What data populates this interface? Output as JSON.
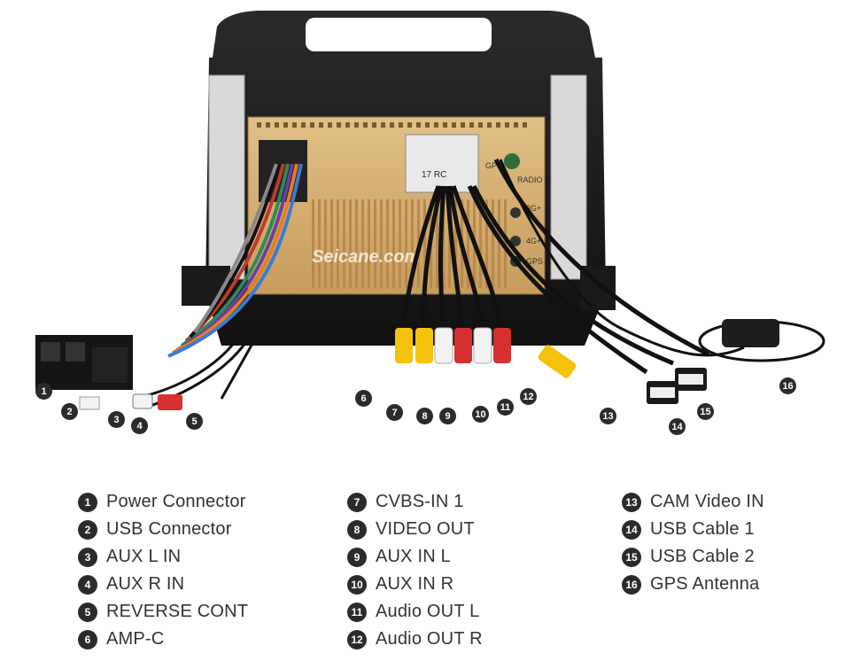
{
  "photo": {
    "watermark": "Seicane.com",
    "port_labels": [
      "GPS",
      "RADIO",
      "3G+",
      "4G+",
      "GPS"
    ],
    "tag_text": "17 RC"
  },
  "callouts": [
    "1",
    "2",
    "3",
    "4",
    "5",
    "6",
    "7",
    "8",
    "9",
    "10",
    "11",
    "12",
    "13",
    "14",
    "15",
    "16"
  ],
  "legend": {
    "columns": [
      [
        {
          "num": "1",
          "label": "Power Connector"
        },
        {
          "num": "2",
          "label": "USB Connector"
        },
        {
          "num": "3",
          "label": "AUX L IN"
        },
        {
          "num": "4",
          "label": "AUX R IN"
        },
        {
          "num": "5",
          "label": "REVERSE CONT"
        },
        {
          "num": "6",
          "label": "AMP-C"
        }
      ],
      [
        {
          "num": "7",
          "label": "CVBS-IN 1"
        },
        {
          "num": "8",
          "label": "VIDEO OUT"
        },
        {
          "num": "9",
          "label": "AUX IN L"
        },
        {
          "num": "10",
          "label": "AUX IN R"
        },
        {
          "num": "11",
          "label": "Audio OUT L"
        },
        {
          "num": "12",
          "label": "Audio OUT R"
        }
      ],
      [
        {
          "num": "13",
          "label": "CAM Video IN"
        },
        {
          "num": "14",
          "label": "USB Cable 1"
        },
        {
          "num": "15",
          "label": "USB Cable 2"
        },
        {
          "num": "16",
          "label": "GPS Antenna"
        }
      ]
    ]
  }
}
